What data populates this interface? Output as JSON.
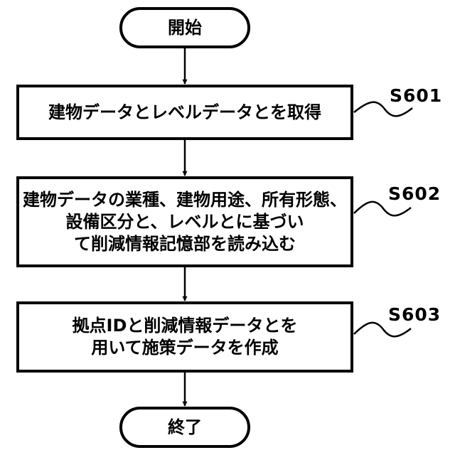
{
  "flow": {
    "start": "開始",
    "end": "終了",
    "steps": [
      {
        "id": "S601",
        "lines": [
          "建物データとレベルデータとを取得"
        ]
      },
      {
        "id": "S602",
        "lines": [
          "建物データの業種、建物用途、所有形態、",
          "設備区分と、レベルとに基づい",
          "て削減情報記憶部を読み込む"
        ]
      },
      {
        "id": "S603",
        "lines": [
          "拠点IDと削減情報データとを",
          "用いて施策データを作成"
        ]
      }
    ]
  }
}
